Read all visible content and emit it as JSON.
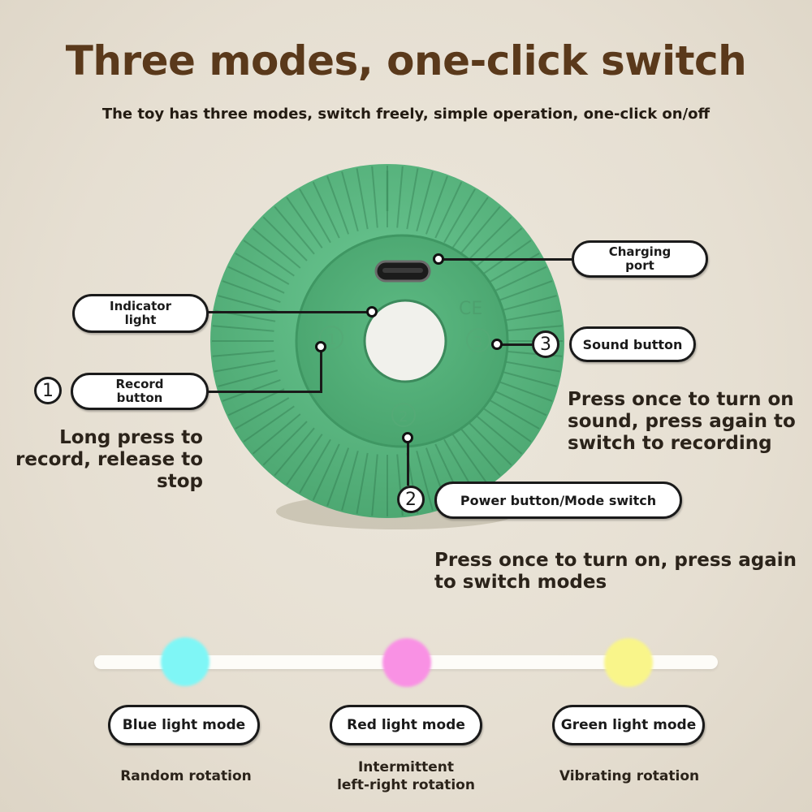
{
  "header": {
    "title": "Three modes, one-click switch",
    "subtitle": "The toy has three modes, switch freely, simple operation, one-click on/off"
  },
  "product": {
    "color": "#5fb984",
    "markings": {
      "ce": "CE",
      "button_1": "1",
      "button_2": "2",
      "button_3": "3"
    }
  },
  "callouts": {
    "charging_port": {
      "label_line1": "Charging",
      "label_line2": "port"
    },
    "indicator_light": {
      "label_line1": "Indicator",
      "label_line2": "light"
    },
    "record_button": {
      "number": "1",
      "label_line1": "Record",
      "label_line2": "button",
      "description": [
        "Long press to",
        "record, release to",
        "stop"
      ]
    },
    "sound_button": {
      "number": "3",
      "label": "Sound button",
      "description": [
        "Press once to turn on",
        "sound, press again to",
        "switch to recording"
      ]
    },
    "power_button": {
      "number": "2",
      "label": "Power button/Mode switch",
      "description": [
        "Press once to turn on, press again",
        "to switch modes"
      ]
    }
  },
  "modes": [
    {
      "label": "Blue light mode",
      "description_line1": "Random rotation",
      "description_line2": "",
      "color": "#7ff6f6"
    },
    {
      "label": "Red light mode",
      "description_line1": "Intermittent",
      "description_line2": "left-right rotation",
      "color": "#f991e4"
    },
    {
      "label": "Green light mode",
      "description_line1": "Vibrating rotation",
      "description_line2": "",
      "color": "#f9f58a"
    }
  ]
}
